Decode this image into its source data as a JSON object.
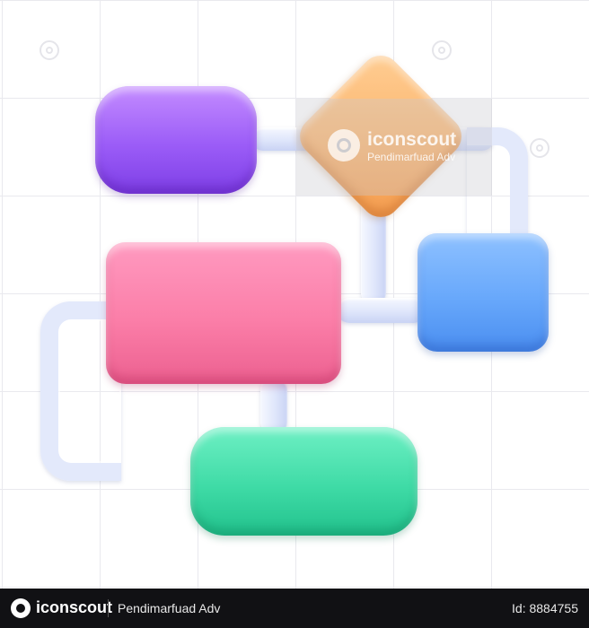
{
  "watermark": {
    "brand": "iconscout",
    "author": "Pendimarfuad Adv"
  },
  "footer": {
    "brand": "iconscout",
    "author": "Pendimarfuad Adv",
    "asset_id": "Id: 8884755"
  },
  "icons": {
    "logo": "iconscout-logo-icon",
    "watermark_marks": "search-mark-icon"
  },
  "colors": {
    "purple": "#9b5cf7",
    "orange": "#fbb46d",
    "pink": "#fb7ea8",
    "blue": "#68a8fb",
    "green": "#3fdba6",
    "connector": "#e3e9fb",
    "footer_bg": "#111114"
  }
}
